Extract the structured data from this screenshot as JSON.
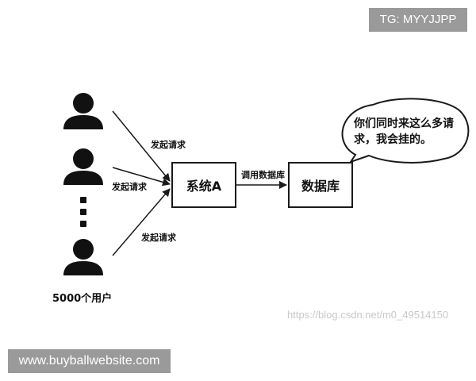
{
  "badges": {
    "top_right": "TG: MYYJJPP",
    "bottom_left": "www.buyballwebsite.com"
  },
  "nodes": {
    "system": "系统A",
    "database": "数据库",
    "users": "5000个用户"
  },
  "edges": {
    "request_1": "发起请求",
    "request_2": "发起请求",
    "request_3": "发起请求",
    "call_db": "调用数据库"
  },
  "bubble": {
    "text": "你们同时来这么多请求，我会挂的。"
  },
  "watermark": "https://blog.csdn.net/m0_49514150"
}
